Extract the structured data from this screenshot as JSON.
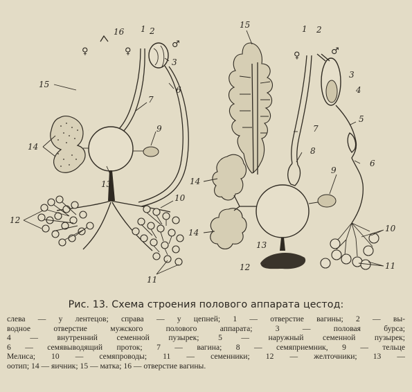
{
  "figure": {
    "left": {
      "labels": [
        {
          "id": "left-label-16",
          "text": "16"
        },
        {
          "id": "left-label-1",
          "text": "1"
        },
        {
          "id": "left-label-2",
          "text": "2"
        },
        {
          "id": "left-label-3",
          "text": "3"
        },
        {
          "id": "left-label-15",
          "text": "15"
        },
        {
          "id": "left-label-6",
          "text": "6"
        },
        {
          "id": "left-label-7",
          "text": "7"
        },
        {
          "id": "left-label-9",
          "text": "9"
        },
        {
          "id": "left-label-14",
          "text": "14"
        },
        {
          "id": "left-label-13",
          "text": "13"
        },
        {
          "id": "left-label-10",
          "text": "10"
        },
        {
          "id": "left-label-12",
          "text": "12"
        },
        {
          "id": "left-label-11",
          "text": "11"
        }
      ],
      "female_symbol": "♀",
      "male_symbol": "♂"
    },
    "right": {
      "labels": [
        {
          "id": "right-label-15",
          "text": "15"
        },
        {
          "id": "right-label-1",
          "text": "1"
        },
        {
          "id": "right-label-2",
          "text": "2"
        },
        {
          "id": "right-label-3",
          "text": "3"
        },
        {
          "id": "right-label-4",
          "text": "4"
        },
        {
          "id": "right-label-5",
          "text": "5"
        },
        {
          "id": "right-label-7",
          "text": "7"
        },
        {
          "id": "right-label-8",
          "text": "8"
        },
        {
          "id": "right-label-6",
          "text": "6"
        },
        {
          "id": "right-label-9",
          "text": "9"
        },
        {
          "id": "right-label-14a",
          "text": "14"
        },
        {
          "id": "right-label-14b",
          "text": "14"
        },
        {
          "id": "right-label-13",
          "text": "13"
        },
        {
          "id": "right-label-10",
          "text": "10"
        },
        {
          "id": "right-label-12",
          "text": "12"
        },
        {
          "id": "right-label-11",
          "text": "11"
        }
      ],
      "female_symbol": "♀",
      "male_symbol": "♂"
    }
  },
  "caption": {
    "title": "Рис. 13. Схема строения полового аппарата цестод:",
    "lines": [
      "слева — у лентецов; справа — у цепней; 1 — отверстие вагины; 2 — вы-",
      "водное отверстие мужского полового аппарата; 3 — половая бурса;",
      "4 — внутренний семенной пузырек; 5 — наружный семенной пузырек;",
      "6 — семявыводящий проток; 7 — вагина; 8 — семяприемник, 9 — тельце",
      "Мелиса; 10 — семяпроводы; 11 — семенники; 12 — желточники; 13 —",
      "оотип; 14 — яичник; 15 — матка; 16 — отверстие вагины."
    ]
  }
}
